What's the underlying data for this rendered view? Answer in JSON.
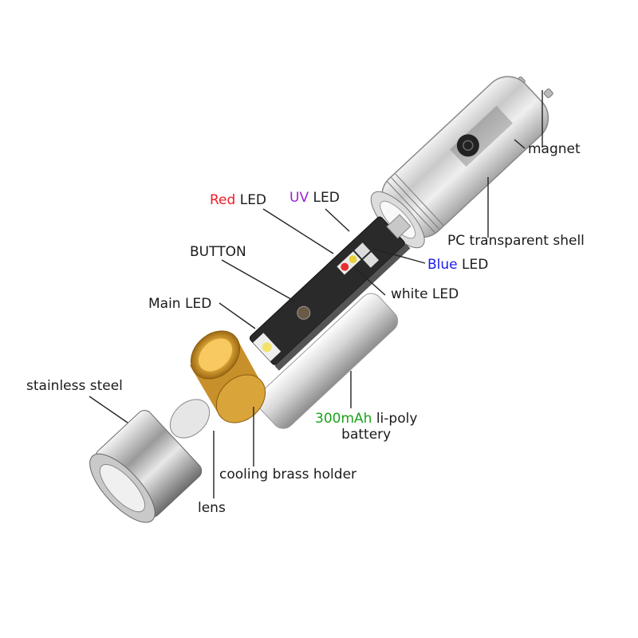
{
  "colors": {
    "red": "#ee1c24",
    "uv": "#9b1fd6",
    "blue": "#1a1aee",
    "green": "#1aa31a",
    "brass": "#d9a53a",
    "pcb": "#2a2a2a"
  },
  "labels": {
    "red_led": {
      "accent": "Red",
      "rest": " LED"
    },
    "uv_led": {
      "accent": "UV",
      "rest": " LED"
    },
    "blue_led": {
      "accent": "Blue",
      "rest": " LED"
    },
    "white_led": "white LED",
    "button": "BUTTON",
    "main_led": "Main LED",
    "magnet": "magnet",
    "pc_shell": "PC transparent shell",
    "stainless_steel": "stainless steel",
    "battery": {
      "accent": "300mAh",
      "rest": " li-poly",
      "line2": "battery"
    },
    "cooling_brass_holder": "cooling brass holder",
    "lens": "lens"
  }
}
